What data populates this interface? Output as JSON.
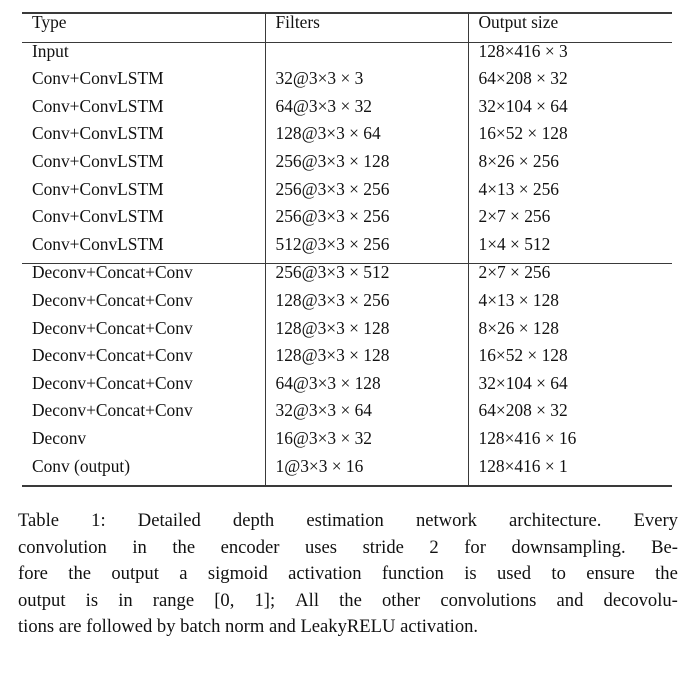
{
  "table": {
    "columns": [
      "Type",
      "Filters",
      "Output size"
    ],
    "encoder_rows": [
      {
        "type": "Input",
        "filters": "",
        "output": "128×416 × 3"
      },
      {
        "type": "Conv+ConvLSTM",
        "filters": "32@3×3 × 3",
        "output": "64×208 × 32"
      },
      {
        "type": "Conv+ConvLSTM",
        "filters": "64@3×3 × 32",
        "output": "32×104 × 64"
      },
      {
        "type": "Conv+ConvLSTM",
        "filters": "128@3×3 × 64",
        "output": "16×52 × 128"
      },
      {
        "type": "Conv+ConvLSTM",
        "filters": "256@3×3 × 128",
        "output": "8×26 × 256"
      },
      {
        "type": "Conv+ConvLSTM",
        "filters": "256@3×3 × 256",
        "output": "4×13 × 256"
      },
      {
        "type": "Conv+ConvLSTM",
        "filters": "256@3×3 × 256",
        "output": "2×7 × 256"
      },
      {
        "type": "Conv+ConvLSTM",
        "filters": "512@3×3 × 256",
        "output": "1×4 × 512"
      }
    ],
    "decoder_rows": [
      {
        "type": "Deconv+Concat+Conv",
        "filters": "256@3×3 × 512",
        "output": "2×7 × 256"
      },
      {
        "type": "Deconv+Concat+Conv",
        "filters": "128@3×3 × 256",
        "output": "4×13 × 128"
      },
      {
        "type": "Deconv+Concat+Conv",
        "filters": "128@3×3 × 128",
        "output": "8×26 × 128"
      },
      {
        "type": "Deconv+Concat+Conv",
        "filters": "128@3×3 × 128",
        "output": "16×52 × 128"
      },
      {
        "type": "Deconv+Concat+Conv",
        "filters": "64@3×3 × 128",
        "output": "32×104 × 64"
      },
      {
        "type": "Deconv+Concat+Conv",
        "filters": "32@3×3 × 64",
        "output": "64×208 × 32"
      },
      {
        "type": "Deconv",
        "filters": "16@3×3 × 32",
        "output": "128×416 × 16"
      },
      {
        "type": "Conv (output)",
        "filters": "1@3×3 × 16",
        "output": "128×416 × 1"
      }
    ]
  },
  "caption": {
    "label": "Table 1:",
    "lines": [
      "Table 1:  Detailed depth estimation network architecture.  Every",
      "convolution in the encoder uses stride 2 for downsampling.  Be-",
      "fore the output a sigmoid activation function is used to ensure the",
      "output is in range [0, 1]; All the other convolutions and decovolu-",
      "tions are followed by batch norm and LeakyRELU activation."
    ],
    "full_text": "Table 1: Detailed depth estimation network architecture. Every convolution in the encoder uses stride 2 for downsampling. Before the output a sigmoid activation function is used to ensure the output is in range [0, 1]; All the other convolutions and decovolutions are followed by batch norm and LeakyRELU activation."
  }
}
